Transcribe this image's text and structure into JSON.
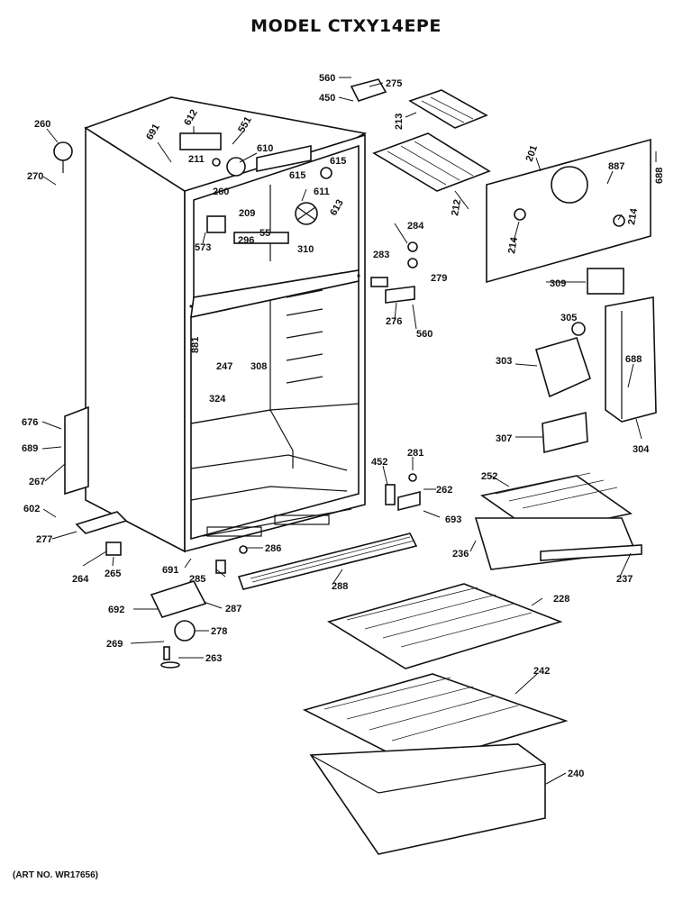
{
  "title": "MODEL CTXY14EPE",
  "art_number": "(ART NO. WR17656)",
  "callouts": [
    "560",
    "275",
    "450",
    "213",
    "201",
    "887",
    "688",
    "260",
    "270",
    "691",
    "612",
    "551",
    "610",
    "615",
    "211",
    "615",
    "611",
    "260",
    "209",
    "613",
    "573",
    "296",
    "55",
    "310",
    "212",
    "284",
    "214",
    "214",
    "283",
    "279",
    "309",
    "276",
    "560",
    "305",
    "303",
    "688",
    "881",
    "247",
    "308",
    "324",
    "676",
    "689",
    "267",
    "307",
    "304",
    "452",
    "281",
    "262",
    "693",
    "252",
    "602",
    "277",
    "264",
    "265",
    "691",
    "286",
    "285",
    "288",
    "236",
    "237",
    "228",
    "692",
    "287",
    "278",
    "269",
    "263",
    "242",
    "240"
  ]
}
